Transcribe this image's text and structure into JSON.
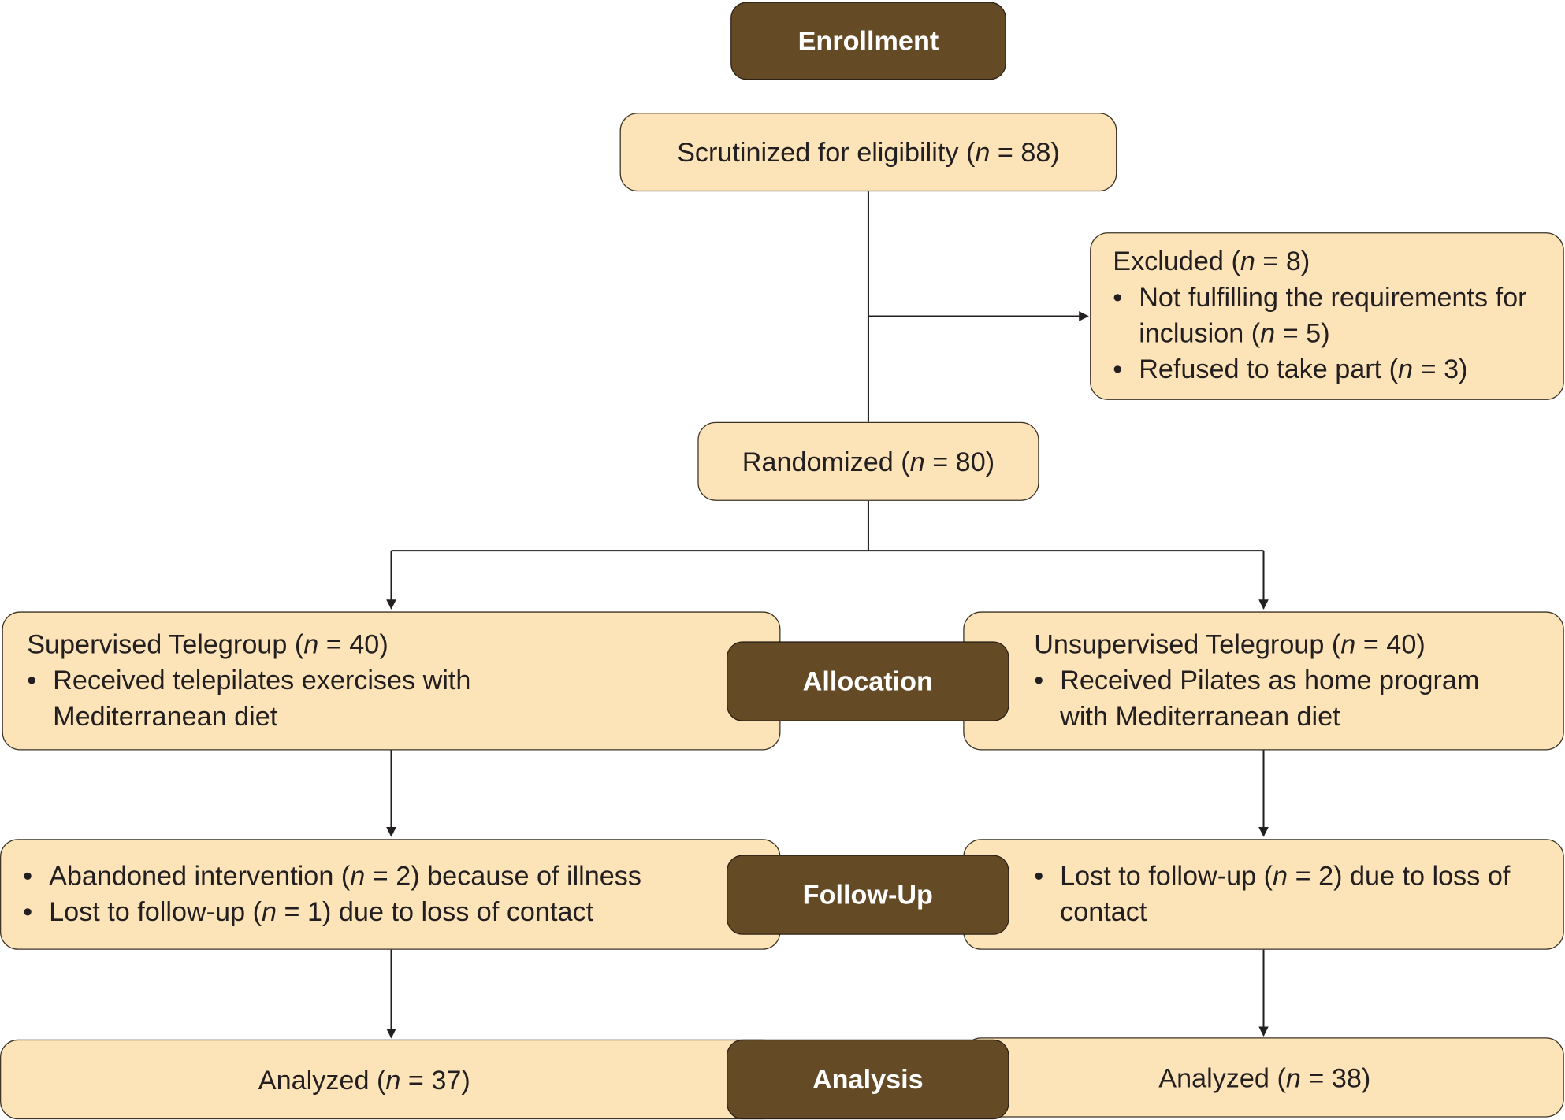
{
  "labels": {
    "enrollment": "Enrollment",
    "allocation": "Allocation",
    "follow_up": "Follow-Up",
    "analysis": "Analysis"
  },
  "n_symbol": "n",
  "eligibility": {
    "pre": "Scrutinized for eligibility (",
    "post": " = 88)"
  },
  "excluded": {
    "title": {
      "pre": "Excluded (",
      "post": " = 8)"
    },
    "items": [
      {
        "pre": "Not fulfilling the requirements for inclusion (",
        "post": " = 5)"
      },
      {
        "pre": "Refused to take part (",
        "post": " = 3)"
      }
    ]
  },
  "randomized": {
    "pre": "Randomized (",
    "post": " = 80)"
  },
  "supervised": {
    "title": {
      "pre": "Supervised Telegroup (",
      "post": " = 40)"
    },
    "items": [
      "Received telepilates exercises with Mediterranean diet"
    ]
  },
  "unsupervised": {
    "title": {
      "pre": "Unsupervised Telegroup (",
      "post": " = 40)"
    },
    "items": [
      "Received Pilates as home program with Mediterranean diet"
    ]
  },
  "followup_supervised": {
    "items": [
      {
        "pre": "Abandoned intervention (",
        "post": " = 2) because of illness"
      },
      {
        "pre": "Lost to follow-up (",
        "post": " = 1) due to loss of contact"
      }
    ]
  },
  "followup_unsupervised": {
    "items": [
      {
        "pre": "Lost to follow-up (",
        "post": " = 2) due to loss of contact"
      }
    ]
  },
  "analyzed_supervised": {
    "pre": "Analyzed (",
    "post": " = 37)"
  },
  "analyzed_unsupervised": {
    "pre": "Analyzed (",
    "post": " = 38)"
  },
  "colors": {
    "box_fill": "#fde4b8",
    "label_fill": "#644b26",
    "line": "#231f20"
  }
}
